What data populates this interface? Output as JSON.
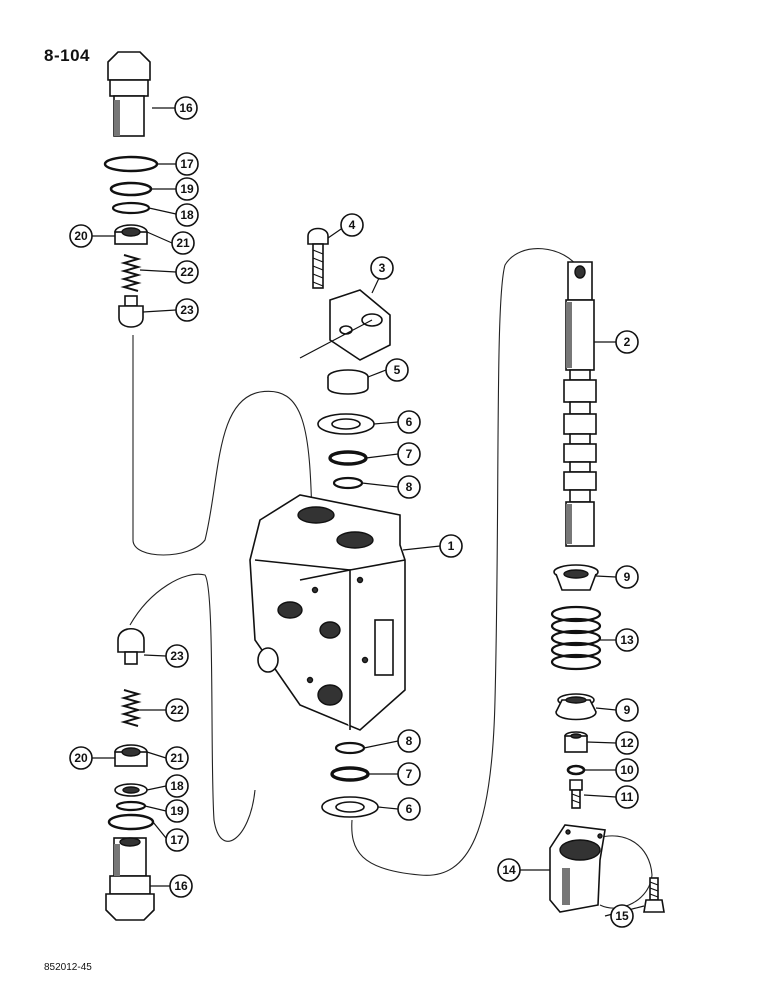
{
  "page_number": "8-104",
  "figure_code": "852012-45",
  "callouts": [
    {
      "id": "c1",
      "label": "1"
    },
    {
      "id": "c2",
      "label": "2"
    },
    {
      "id": "c3",
      "label": "3"
    },
    {
      "id": "c4",
      "label": "4"
    },
    {
      "id": "c5",
      "label": "5"
    },
    {
      "id": "c6a",
      "label": "6"
    },
    {
      "id": "c6b",
      "label": "6"
    },
    {
      "id": "c7a",
      "label": "7"
    },
    {
      "id": "c7b",
      "label": "7"
    },
    {
      "id": "c8a",
      "label": "8"
    },
    {
      "id": "c8b",
      "label": "8"
    },
    {
      "id": "c9a",
      "label": "9"
    },
    {
      "id": "c9b",
      "label": "9"
    },
    {
      "id": "c10",
      "label": "10"
    },
    {
      "id": "c11",
      "label": "11"
    },
    {
      "id": "c12",
      "label": "12"
    },
    {
      "id": "c13",
      "label": "13"
    },
    {
      "id": "c14",
      "label": "14"
    },
    {
      "id": "c15",
      "label": "15"
    },
    {
      "id": "c16a",
      "label": "16"
    },
    {
      "id": "c16b",
      "label": "16"
    },
    {
      "id": "c17a",
      "label": "17"
    },
    {
      "id": "c17b",
      "label": "17"
    },
    {
      "id": "c18a",
      "label": "18"
    },
    {
      "id": "c18b",
      "label": "18"
    },
    {
      "id": "c19a",
      "label": "19"
    },
    {
      "id": "c19b",
      "label": "19"
    },
    {
      "id": "c20a",
      "label": "20"
    },
    {
      "id": "c20b",
      "label": "20"
    },
    {
      "id": "c21a",
      "label": "21"
    },
    {
      "id": "c21b",
      "label": "21"
    },
    {
      "id": "c22a",
      "label": "22"
    },
    {
      "id": "c22b",
      "label": "22"
    },
    {
      "id": "c23a",
      "label": "23"
    },
    {
      "id": "c23b",
      "label": "23"
    }
  ]
}
